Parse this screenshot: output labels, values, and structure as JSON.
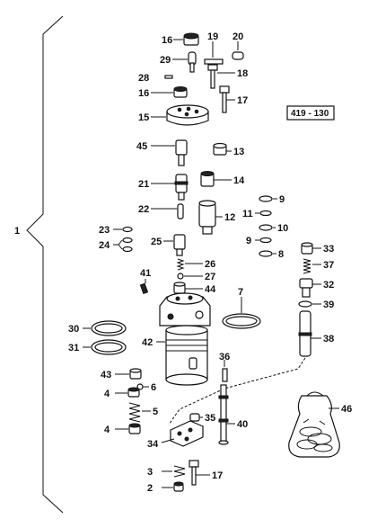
{
  "figure_code": "419 - 130",
  "callouts": {
    "c1": "1",
    "c2": "2",
    "c3": "3",
    "c4a": "4",
    "c4b": "4",
    "c5": "5",
    "c6": "6",
    "c7": "7",
    "c8": "8",
    "c9a": "9",
    "c9b": "9",
    "c10": "10",
    "c11": "11",
    "c12": "12",
    "c13": "13",
    "c14": "14",
    "c15": "15",
    "c16a": "16",
    "c16b": "16",
    "c17a": "17",
    "c17b": "17",
    "c18": "18",
    "c19": "19",
    "c20": "20",
    "c21": "21",
    "c22": "22",
    "c23": "23",
    "c24": "24",
    "c25": "25",
    "c26": "26",
    "c27": "27",
    "c28": "28",
    "c29": "29",
    "c30": "30",
    "c31": "31",
    "c32": "32",
    "c33": "33",
    "c34": "34",
    "c35": "35",
    "c36": "36",
    "c37": "37",
    "c38": "38",
    "c39": "39",
    "c40": "40",
    "c41": "41",
    "c42": "42",
    "c43": "43",
    "c44": "44",
    "c45": "45",
    "c46": "46"
  }
}
